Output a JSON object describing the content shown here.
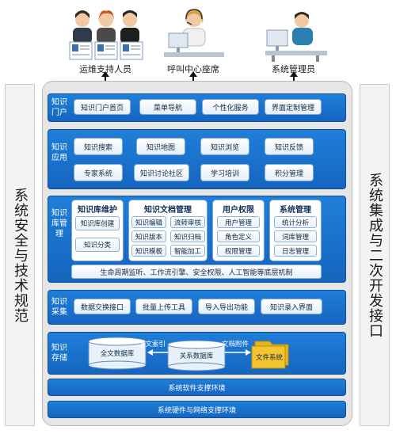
{
  "roles": {
    "ops": "运维支持人员",
    "callcenter": "呼叫中心座席",
    "admin": "系统管理员"
  },
  "left_pillar": "系统安全与技术规范",
  "right_pillar": "系统集成与二次开发接口",
  "portal": {
    "title": "知识门户",
    "items": [
      "知识门户首页",
      "菜单导航",
      "个性化服务",
      "界面定制管理"
    ]
  },
  "application": {
    "title": "知识应用",
    "row1": [
      "知识搜索",
      "知识地图",
      "知识浏览",
      "知识反馈"
    ],
    "row2": [
      "专家系统",
      "知识讨论社区",
      "学习培训",
      "积分管理"
    ]
  },
  "library": {
    "title": "知识库管理",
    "maint": {
      "title": "知识库维护",
      "items": [
        "知识库创建",
        "知识分类"
      ]
    },
    "doc": {
      "title": "知识文档管理",
      "items": [
        "知识编辑",
        "流转审核",
        "知识版本",
        "知识归档",
        "知识模板",
        "智能加工"
      ]
    },
    "perm": {
      "title": "用户权限",
      "items": [
        "用户管理",
        "角色定义",
        "权限管理"
      ]
    },
    "sys": {
      "title": "系统管理",
      "items": [
        "统计分析",
        "词库管理",
        "日志管理"
      ]
    },
    "mechanism": "生命周期监听、工作流引擎、安全权限、人工智能等底层机制"
  },
  "collect": {
    "title": "知识采集",
    "items": [
      "数据交换接口",
      "批量上传工具",
      "导入导出功能",
      "知识录入界面"
    ]
  },
  "storage": {
    "title": "知识存储",
    "fulltext_db": "全文数据库",
    "relational_db": "关系数据库",
    "file_system": "文件系统",
    "fulltext_index": "全文索引",
    "doc_attach": "文档附件"
  },
  "software_env": "系统软件支撑环境",
  "hardware_env": "系统硬件与网络支撑环境",
  "colors": {
    "blue": "#1a73cf",
    "dark_blue": "#0f4f9a",
    "folder": "#f5c431"
  }
}
